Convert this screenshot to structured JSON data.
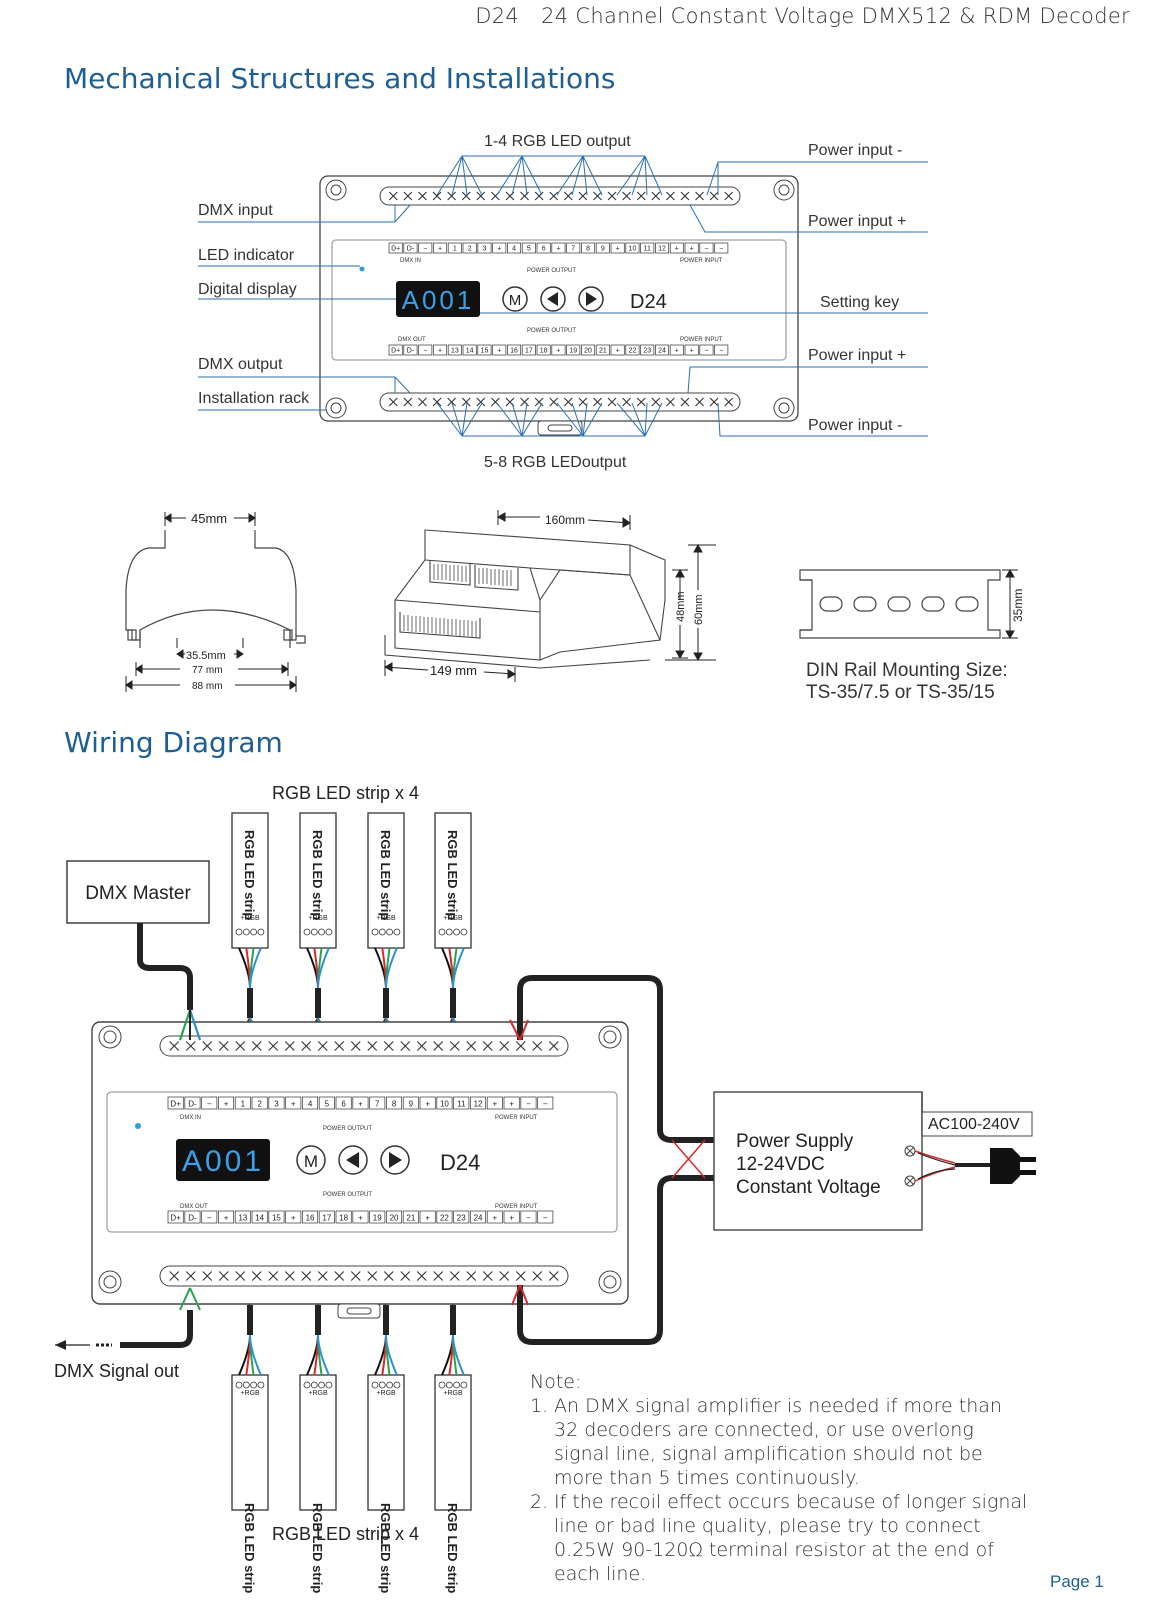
{
  "header": {
    "model": "D24",
    "title": "24 Channel Constant Voltage DMX512 & RDM Decoder"
  },
  "mechanical": {
    "section_title": "Mechanical Structures and Installations",
    "labels": {
      "rgb_output_top": "1-4 RGB LED output",
      "rgb_output_bottom": "5-8 RGB LEDoutput",
      "power_input_minus_top": "Power input -",
      "power_input_plus_top": "Power input +",
      "setting_key": "Setting key",
      "power_input_plus_bottom": "Power input +",
      "power_input_minus_bottom": "Power input -",
      "dmx_input": "DMX input",
      "led_indicator": "LED indicator",
      "digital_display": "Digital display",
      "dmx_output": "DMX output",
      "installation_rack": "Installation rack"
    },
    "device": {
      "display_value": "A001",
      "model_label": "D24",
      "key_m": "M",
      "dmx_in": "DMX IN",
      "dmx_out": "DMX OUT",
      "power_output": "POWER OUTPUT",
      "power_input": "POWER INPUT",
      "top_terminals": [
        "D+",
        "D-",
        "−",
        "+",
        "1",
        "2",
        "3",
        "+",
        "4",
        "5",
        "6",
        "+",
        "7",
        "8",
        "9",
        "+",
        "10",
        "11",
        "12",
        "+",
        "+",
        "−",
        "−"
      ],
      "bottom_terminals": [
        "D+",
        "D-",
        "−",
        "+",
        "13",
        "14",
        "15",
        "+",
        "16",
        "17",
        "18",
        "+",
        "19",
        "20",
        "21",
        "+",
        "22",
        "23",
        "24",
        "+",
        "+",
        "−",
        "−"
      ]
    },
    "dimensions": {
      "width_45": "45mm",
      "width_35_5": "35.5mm",
      "width_77": "77 mm",
      "width_88": "88 mm",
      "length_160": "160mm",
      "length_149": "149 mm",
      "height_48": "48mm",
      "height_60": "60mm",
      "rail_35": "35mm",
      "din_rail_line1": "DIN Rail Mounting Size:",
      "din_rail_line2": "TS-35/7.5 or TS-35/15"
    }
  },
  "wiring": {
    "section_title": "Wiring Diagram",
    "rgb_top_label": "RGB LED strip x 4",
    "rgb_bottom_label": "RGB LED strip x 4",
    "strip_label": "RGB LED strip",
    "strip_pins": "+RGB",
    "dmx_master": "DMX Master",
    "dmx_signal_out": "DMX Signal out",
    "power_supply_lines": [
      "Power Supply",
      "12-24VDC",
      "Constant Voltage"
    ],
    "ac_input": "AC100-240V",
    "display_value": "A001",
    "model_label": "D24",
    "key_m": "M"
  },
  "note": {
    "title": "Note:",
    "items": [
      {
        "num": "1.",
        "text": "An DMX signal amplifier is needed if more than 32 decoders are connected, or use overlong signal line, signal amplification should not be more than 5 times continuously."
      },
      {
        "num": "2.",
        "text": "If the recoil effect occurs because of longer signal line or bad line quality, please try to connect 0.25W 90-120Ω terminal resistor at the end of each line."
      }
    ]
  },
  "page": "Page 1",
  "colors": {
    "accent_blue": "#1d5f95",
    "callout_blue": "#2a6fb0",
    "display_bg": "#111111",
    "display_digits": "#3aa0e8",
    "wire_red": "#d42a2a",
    "wire_green": "#2aa050",
    "wire_blue": "#2a8fd4"
  }
}
